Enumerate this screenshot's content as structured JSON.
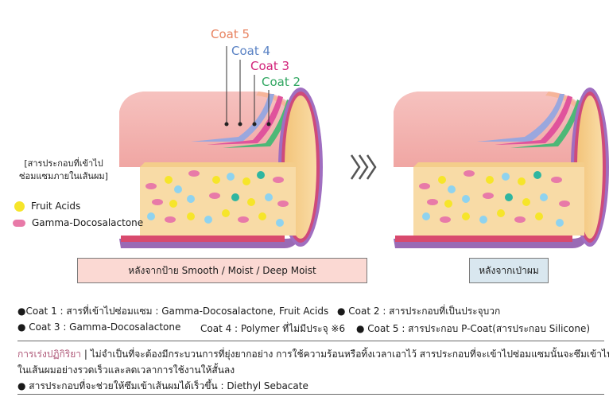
{
  "coat_labels": [
    {
      "text": "Coat 5",
      "color": "#e8825f"
    },
    {
      "text": "Coat 4",
      "color": "#5a82c4"
    },
    {
      "text": "Coat 3",
      "color": "#d2237a"
    },
    {
      "text": "Coat 2",
      "color": "#2fa660"
    }
  ],
  "legend": {
    "title_line1": "[สารประกอบที่เข้าไป",
    "title_line2": "ซ่อมแซมภายในเส้นผม]",
    "item1": "Fruit Acids",
    "item2": "Gamma-Docosalactone"
  },
  "captions": {
    "left": "หลังจากป้าย Smooth / Moist / Deep Moist",
    "right": "หลังจากเป่าผม"
  },
  "notes": {
    "coat1": "●Coat 1 : สารที่เข้าไปซ่อมแซม : Gamma-Docosalactone, Fruit Acids",
    "coat2": "●   Coat 2 : สารประกอบที่เป็นประจุบวก",
    "coat3": "● Coat 3 : Gamma-Docosalactone",
    "coat4": "Coat 4 : Polymer ที่ไม่มีประจุ ※6",
    "coat5": "●  Coat 5 : สารประกอบ P-Coat(สารประกอบ Silicone)",
    "reaction_label": "การเร่งปฏิกิริยา",
    "reaction_line1": " | ไม่จำเป็นที่จะต้องมีกระบวนการที่ยุ่งยากอย่าง การใช้ความร้อนหรือทิ้งเวลาเอาไว้ สารประกอบที่จะเข้าไปซ่อมแซมนั้นจะซึมเข้าไป",
    "reaction_line2": "ในเส้นผมอย่างรวดเร็วและลดเวลาการใช้งานให้สั้นลง",
    "penetration": "●  สารประกอบที่จะช่วยให้ซึมเข้าเส้นผมได้เร็วขึ้น : Diethyl Sebacate"
  },
  "colors": {
    "coat5": "#e8825f",
    "coat4": "#5a82c4",
    "coat3": "#d2237a",
    "coat2": "#2fa660",
    "cortex": "#f7d79a",
    "cuticle_pink": "#f3b2b0",
    "caption_left_bg": "#fbd9d3",
    "caption_right_bg": "#d9e7ef"
  },
  "icons": {
    "arrow": "triple-chevron-right-icon"
  }
}
